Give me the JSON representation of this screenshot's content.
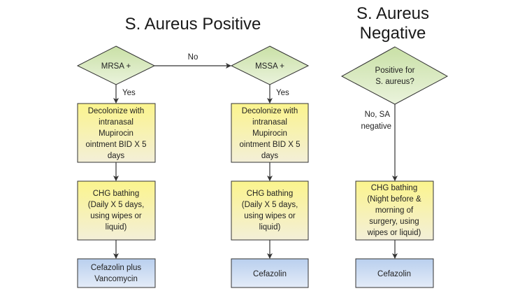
{
  "titles": {
    "positive": "S. Aureus Positive",
    "negative_line1": "S. Aureus",
    "negative_line2": "Negative"
  },
  "colors": {
    "decision_fill_top": "#c9e0a6",
    "decision_fill_bottom": "#eaf3dc",
    "process_fill_top": "#fbf48d",
    "process_fill_bottom": "#f3efd8",
    "outcome_fill_top": "#b9cfee",
    "outcome_fill_bottom": "#e4ecf8",
    "stroke": "#333333"
  },
  "columns": [
    {
      "decision": [
        "MRSA +"
      ],
      "yes_label": "Yes",
      "decolonize": [
        "Decolonize with",
        "intranasal",
        "Mupirocin",
        "ointment BID X 5",
        "days"
      ],
      "chg": [
        "CHG bathing",
        "(Daily X 5 days,",
        "using wipes or",
        "liquid)"
      ],
      "outcome": [
        "Cefazolin plus",
        "Vancomycin"
      ]
    },
    {
      "decision": [
        "MSSA +"
      ],
      "yes_label": "Yes",
      "decolonize": [
        "Decolonize with",
        "intranasal",
        "Mupirocin",
        "ointment BID X 5",
        "days"
      ],
      "chg": [
        "CHG bathing",
        "(Daily X 5 days,",
        "using wipes or",
        "liquid)"
      ],
      "outcome": [
        "Cefazolin"
      ]
    },
    {
      "decision": [
        "Positive for",
        "S. aureus?"
      ],
      "no_label": [
        "No, SA",
        "negative"
      ],
      "chg": [
        "CHG bathing",
        "(Night before &",
        "morning of",
        "surgery, using",
        "wipes or liquid)"
      ],
      "outcome": [
        "Cefazolin"
      ]
    }
  ],
  "connector_no_label": "No"
}
